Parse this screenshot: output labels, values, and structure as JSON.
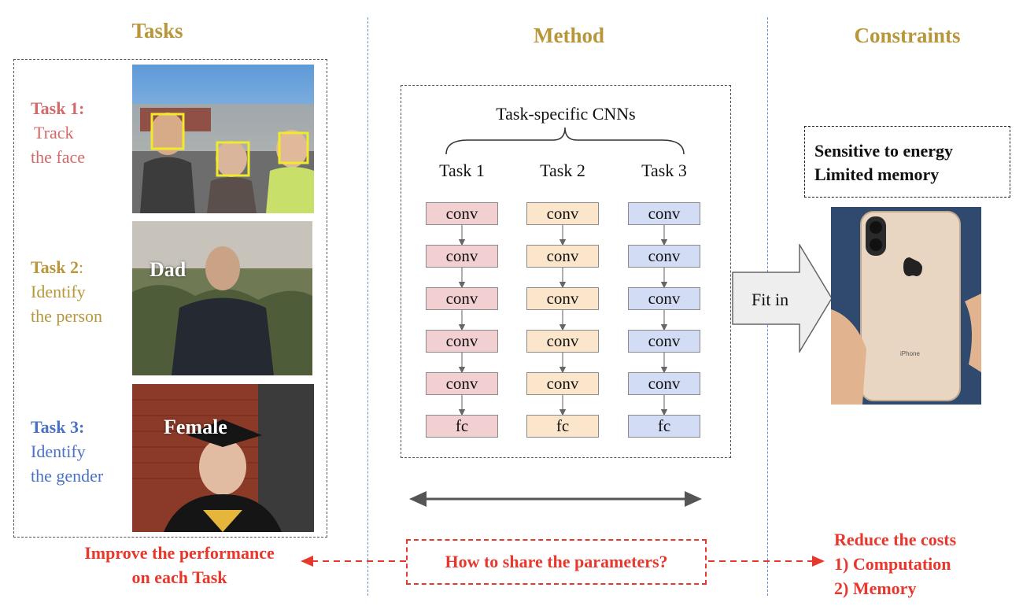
{
  "headings": {
    "tasks": "Tasks",
    "method": "Method",
    "constraints": "Constraints"
  },
  "tasks": [
    {
      "head": "Task 1:",
      "line1": "Track",
      "line2": "the face",
      "color": "#d4696a"
    },
    {
      "head": "Task 2",
      "colon": ":",
      "line1": "Identify",
      "line2": "the person",
      "color": "#b8973a"
    },
    {
      "head": "Task 3:",
      "line1": "Identify",
      "line2": "the gender",
      "color": "#4a72c4"
    }
  ],
  "photos": {
    "photo2_caption": "Dad",
    "photo3_caption": "Female"
  },
  "method": {
    "group_label": "Task-specific CNNs",
    "columns": [
      "Task 1",
      "Task 2",
      "Task 3"
    ],
    "layers": [
      "conv",
      "conv",
      "conv",
      "conv",
      "conv",
      "fc"
    ],
    "colors": [
      "#f2d0d1",
      "#fbe6cc",
      "#d3dcf5"
    ]
  },
  "constraints": {
    "line1": "Sensitive to energy",
    "line2": "Limited memory",
    "arrow_label": "Fit in",
    "phone_brand_text": "iPhone"
  },
  "bottom": {
    "left_line1": "Improve the performance",
    "left_line2": "on each Task",
    "center": "How to share the parameters?",
    "right_line1": "Reduce the costs",
    "right_line2": "1)  Computation",
    "right_line3": "2) Memory"
  },
  "accent_red": "#e8372c",
  "heading_gold": "#b8973a"
}
